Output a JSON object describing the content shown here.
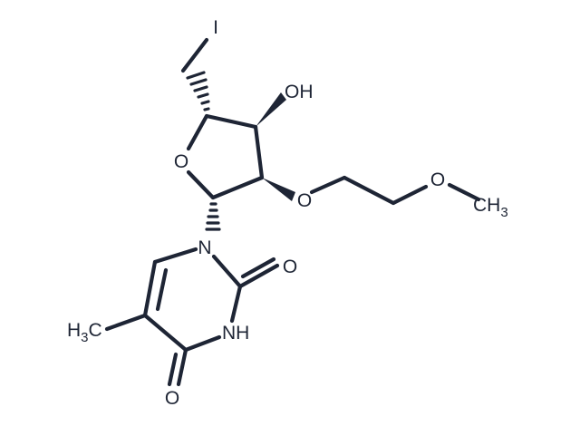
{
  "labels": {
    "iodine": "I",
    "hydroxyl": "OH",
    "ring_oxygen": "O",
    "ether_oxygen_1": "O",
    "ether_oxygen_2": "O",
    "methyl_terminal": "CH",
    "methyl_terminal_sub": "3",
    "nitrogen_1": "N",
    "carbonyl_oxygen_upper": "O",
    "amide_nh": "NH",
    "methyl_ring_h": "H",
    "methyl_ring_sub": "3",
    "methyl_ring_c": "C",
    "carbonyl_oxygen_lower": "O"
  },
  "colors": {
    "ink": "#1e2535",
    "background": "#ffffff"
  }
}
